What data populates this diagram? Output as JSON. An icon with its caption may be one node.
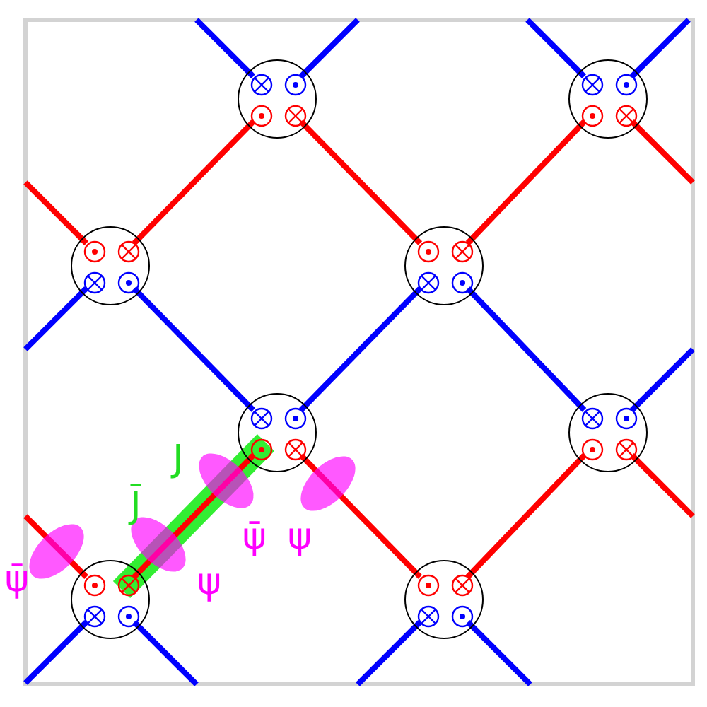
{
  "diagram": {
    "nodes": [
      {
        "text": [],
        "shape": "circle"
      },
      {
        "text": [],
        "shape": "circle"
      },
      {
        "text": [],
        "shape": "circle"
      },
      {
        "text": [],
        "shape": "circle"
      },
      {
        "text": [],
        "shape": "circle"
      },
      {
        "text": [],
        "shape": "circle"
      },
      {
        "text": [],
        "shape": "circle"
      },
      {
        "text": [],
        "shape": "circle"
      }
    ],
    "edges": [
      {
        "from": 0,
        "to": 2,
        "arrow": "none",
        "color": "#ff0000"
      },
      {
        "from": 0,
        "to": 3,
        "arrow": "none",
        "color": "#ff0000"
      },
      {
        "from": 1,
        "to": 3,
        "arrow": "none",
        "color": "#ff0000"
      },
      {
        "from": 1,
        "to": null,
        "arrow": "none",
        "color": "#ff0000"
      },
      {
        "from": null,
        "to": 2,
        "arrow": "none",
        "color": "#ff0000"
      },
      {
        "from": 4,
        "to": 6,
        "arrow": "none",
        "color": "#ff0000"
      },
      {
        "from": 4,
        "to": 7,
        "arrow": "none",
        "color": "#ff0000"
      },
      {
        "from": 5,
        "to": 7,
        "arrow": "none",
        "color": "#ff0000"
      },
      {
        "from": 5,
        "to": null,
        "arrow": "none",
        "color": "#ff0000"
      },
      {
        "from": null,
        "to": 6,
        "arrow": "none",
        "color": "#ff0000"
      },
      {
        "from": null,
        "to": 0,
        "arrow": "none",
        "color": "#0000ff"
      },
      {
        "from": 0,
        "to": null,
        "arrow": "none",
        "color": "#0000ff"
      },
      {
        "from": null,
        "to": 1,
        "arrow": "none",
        "color": "#0000ff"
      },
      {
        "from": 1,
        "to": null,
        "arrow": "none",
        "color": "#0000ff"
      },
      {
        "from": 2,
        "to": null,
        "arrow": "none",
        "color": "#0000ff"
      },
      {
        "from": 2,
        "to": 4,
        "arrow": "none",
        "color": "#0000ff"
      },
      {
        "from": 3,
        "to": 4,
        "arrow": "none",
        "color": "#0000ff"
      },
      {
        "from": 3,
        "to": 5,
        "arrow": "none",
        "color": "#0000ff"
      },
      {
        "from": 5,
        "to": null,
        "arrow": "none",
        "color": "#0000ff"
      },
      {
        "from": 6,
        "to": null,
        "arrow": "none",
        "color": "#0000ff"
      },
      {
        "from": 6,
        "to": null,
        "arrow": "none",
        "color": "#0000ff"
      },
      {
        "from": 7,
        "to": null,
        "arrow": "none",
        "color": "#0000ff"
      },
      {
        "from": 7,
        "to": null,
        "arrow": "none",
        "color": "#0000ff"
      }
    ],
    "labels": [
      "J",
      "J̄",
      "ψ̄",
      "ψ",
      "ψ̄",
      "ψ"
    ]
  }
}
